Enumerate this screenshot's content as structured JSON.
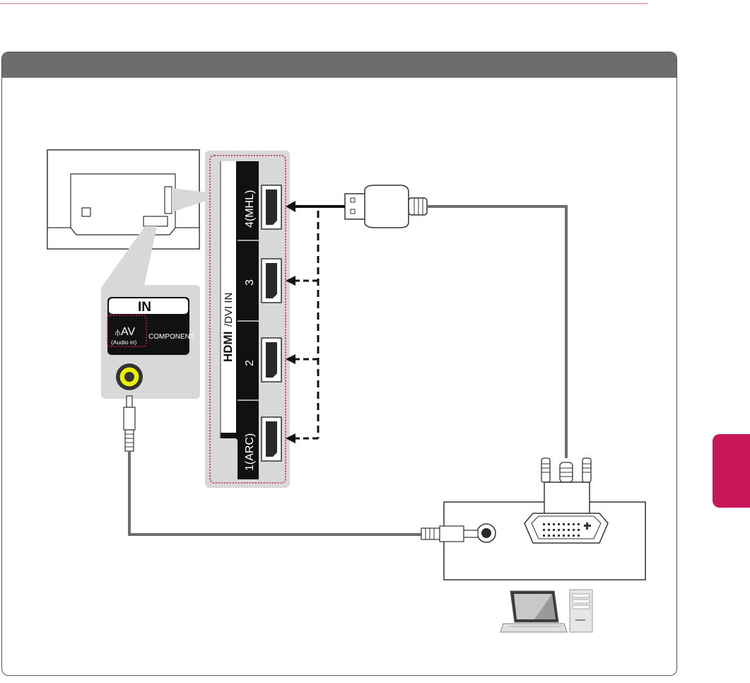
{
  "colors": {
    "accent": "#c8185a",
    "header_bar": "#6d6d6d",
    "panel_border": "#555555",
    "av_jack": "#e8f000",
    "dotted_outline": "#c8185a"
  },
  "tv_panel": {
    "section_title": "IN",
    "av_label": "AV",
    "av_sublabel": "(Audio in)",
    "component_label": "COMPONENT"
  },
  "hdmi_panel": {
    "title_logo": "HDMI",
    "title_suffix": "/DVI IN",
    "ports": [
      {
        "label": "4(MHL)"
      },
      {
        "label": "3"
      },
      {
        "label": "2"
      },
      {
        "label": "1(ARC)"
      }
    ]
  },
  "icons": {
    "laptop": "laptop-icon",
    "desktop": "desktop-tower-icon"
  }
}
